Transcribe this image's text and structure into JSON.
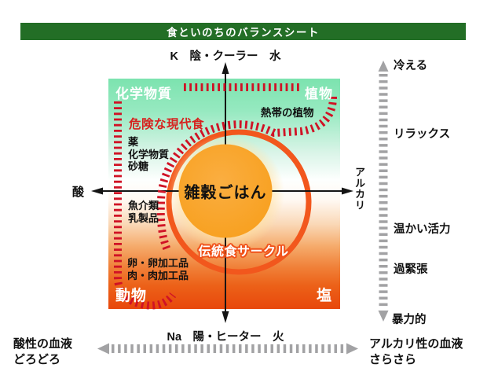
{
  "header": {
    "title": "食といのちのバランスシート"
  },
  "axes": {
    "top_label": "K　陰・クーラー　水",
    "bottom_label": "Na　陽・ヒーター　火",
    "left_label": "酸",
    "right_label": "アルカリ"
  },
  "quadrant": {
    "corner_top_left": "化学物質",
    "corner_top_right": "植物",
    "corner_bottom_left": "動物",
    "corner_bottom_right": "塩",
    "danger_zone_title": "危険な現代食",
    "danger_items_upper": [
      "薬",
      "化学物質",
      "砂糖"
    ],
    "danger_items_middle": [
      "魚介類",
      "乳製品"
    ],
    "danger_items_lower": [
      "卵・卵加工品",
      "肉・肉加工品"
    ],
    "tropical_note": "熱帯の植物",
    "center_food": "雑穀ごはん",
    "traditional_circle_label": "伝統食サークル"
  },
  "right_scale": {
    "labels": [
      "冷える",
      "リラックス",
      "温かい活力",
      "過緊張",
      "暴力的"
    ]
  },
  "bottom_scale": {
    "left_line1": "酸性の血液",
    "left_line2": "どろどろ",
    "right_line1": "アルカリ性の血液",
    "right_line2": "さらさら"
  },
  "colors": {
    "header_green": "#236E26",
    "danger_red_text": "#D7211E",
    "hatch_red": "#D01225",
    "ring_orange": "#F2571D",
    "circle_orange": "#F8A42C",
    "mint_top": "#7CE3AF",
    "deep_orange_bottom": "#E8470C",
    "scale_gray": "#A2A2A4",
    "axis_black": "#141414"
  }
}
